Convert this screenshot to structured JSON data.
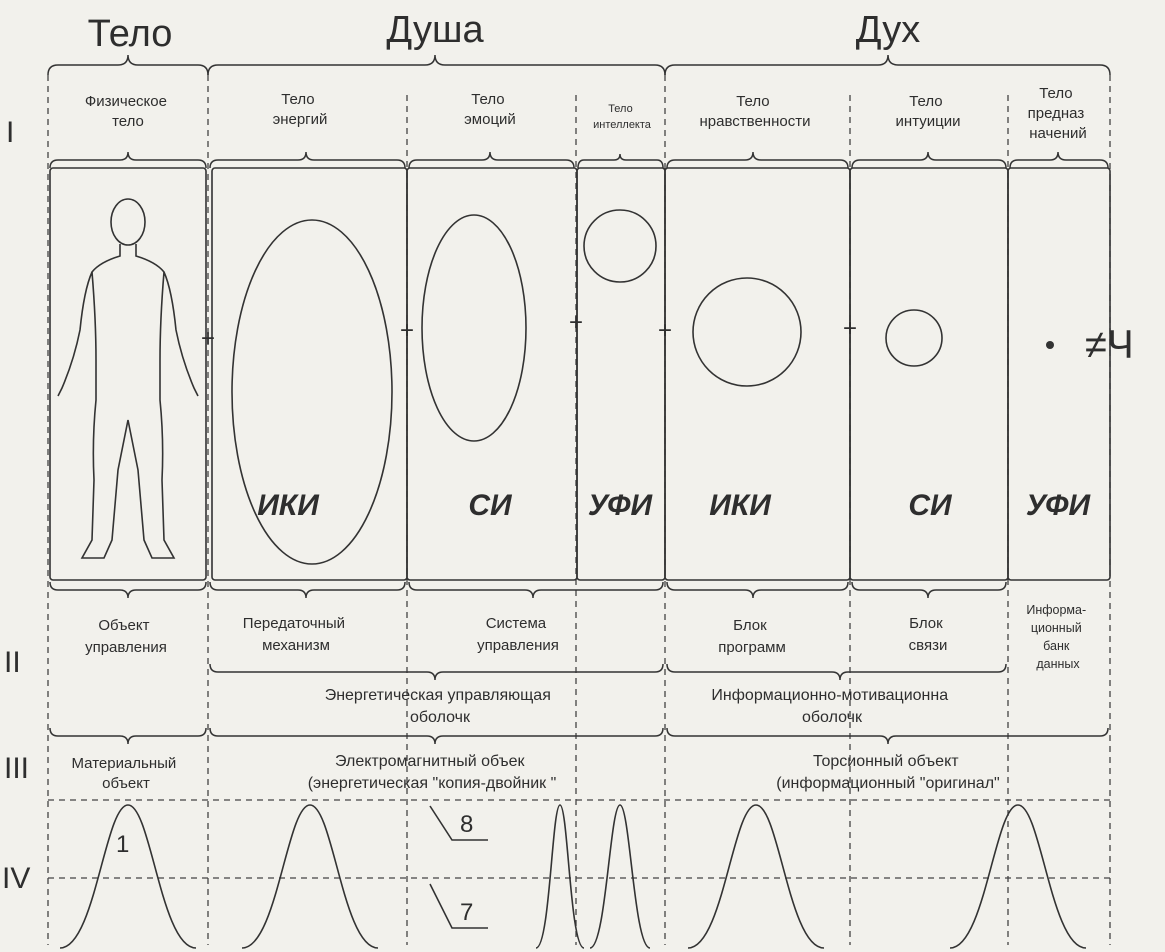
{
  "headers": {
    "body": "Тело",
    "soul": "Душа",
    "spirit": "Дух"
  },
  "roman": [
    "I",
    "II",
    "III",
    "IV"
  ],
  "row1": {
    "physical": [
      "Физическое",
      "тело"
    ],
    "energy": [
      "Тело",
      "энергий"
    ],
    "emotion": [
      "Тело",
      "эмоций"
    ],
    "intellect": [
      "Тело",
      "интеллекта"
    ],
    "morality": [
      "Тело",
      "нравственности"
    ],
    "intuition": [
      "Тело",
      "интуиции"
    ],
    "purpose": [
      "Тело",
      "предназ",
      "начений"
    ]
  },
  "abbrs": {
    "iki1": "ИКИ",
    "si1": "СИ",
    "ufi1": "УФИ",
    "iki2": "ИКИ",
    "si2": "СИ",
    "ufi2": "УФИ"
  },
  "plus": "+",
  "equal_ch": "≠Ч",
  "row2": {
    "control_object": [
      "Объект",
      "управления"
    ],
    "transmission": [
      "Передаточный",
      "механизм"
    ],
    "control_system": [
      "Система",
      "управления"
    ],
    "programs": [
      "Блок",
      "программ"
    ],
    "connection": [
      "Блок",
      "связи"
    ],
    "databank": [
      "Информа-",
      "ционный",
      "банк",
      "данных"
    ]
  },
  "shells": {
    "energy": [
      "Энергетическая управляющая",
      "оболочк"
    ],
    "info": [
      "Информационно-мотивационна",
      "оболочк"
    ]
  },
  "row3": {
    "material": [
      "Материальный",
      "объект"
    ],
    "electro": [
      "Электромагнитный объек",
      "(энергетическая \"копия-двойник \""
    ],
    "torsion": [
      "Торсионный объект",
      "(информационный \"оригинал\""
    ]
  },
  "labels": {
    "one": "1",
    "eight": "8",
    "seven": "7"
  }
}
